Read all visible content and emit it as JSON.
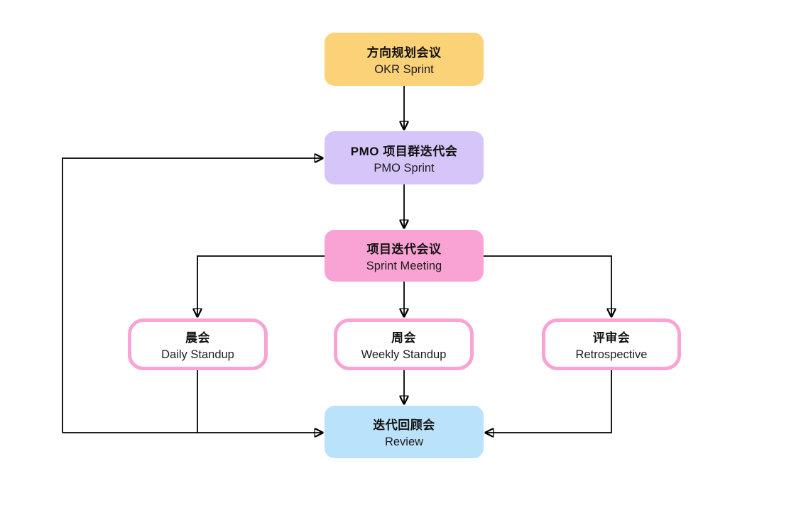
{
  "diagram": {
    "title": "meeting-cadence-flowchart",
    "line_color": "#000000",
    "nodes": [
      {
        "id": "okr-sprint",
        "title": "方向规划会议",
        "subtitle": "OKR Sprint",
        "fill": "#FBD277"
      },
      {
        "id": "pmo-sprint",
        "title": "PMO 项目群迭代会",
        "subtitle": "PMO Sprint",
        "fill": "#D6C5F9"
      },
      {
        "id": "sprint-meeting",
        "title": "项目迭代会议",
        "subtitle": "Sprint Meeting",
        "fill": "#F9A3D4"
      },
      {
        "id": "daily-standup",
        "title": "晨会",
        "subtitle": "Daily Standup",
        "fill": "#FFFFFF",
        "border": "#F9A3D4"
      },
      {
        "id": "weekly-standup",
        "title": "周会",
        "subtitle": "Weekly Standup",
        "fill": "#FFFFFF",
        "border": "#F9A3D4"
      },
      {
        "id": "retrospective",
        "title": "评审会",
        "subtitle": "Retrospective",
        "fill": "#FFFFFF",
        "border": "#F9A3D4"
      },
      {
        "id": "review",
        "title": "迭代回顾会",
        "subtitle": "Review",
        "fill": "#BAE2FA"
      }
    ],
    "edges": [
      {
        "from": "okr-sprint",
        "to": "pmo-sprint"
      },
      {
        "from": "pmo-sprint",
        "to": "sprint-meeting"
      },
      {
        "from": "sprint-meeting",
        "to": "daily-standup"
      },
      {
        "from": "sprint-meeting",
        "to": "weekly-standup"
      },
      {
        "from": "sprint-meeting",
        "to": "retrospective"
      },
      {
        "from": "daily-standup",
        "to": "review"
      },
      {
        "from": "weekly-standup",
        "to": "review"
      },
      {
        "from": "retrospective",
        "to": "review"
      },
      {
        "from": "review",
        "to": "pmo-sprint"
      }
    ]
  }
}
